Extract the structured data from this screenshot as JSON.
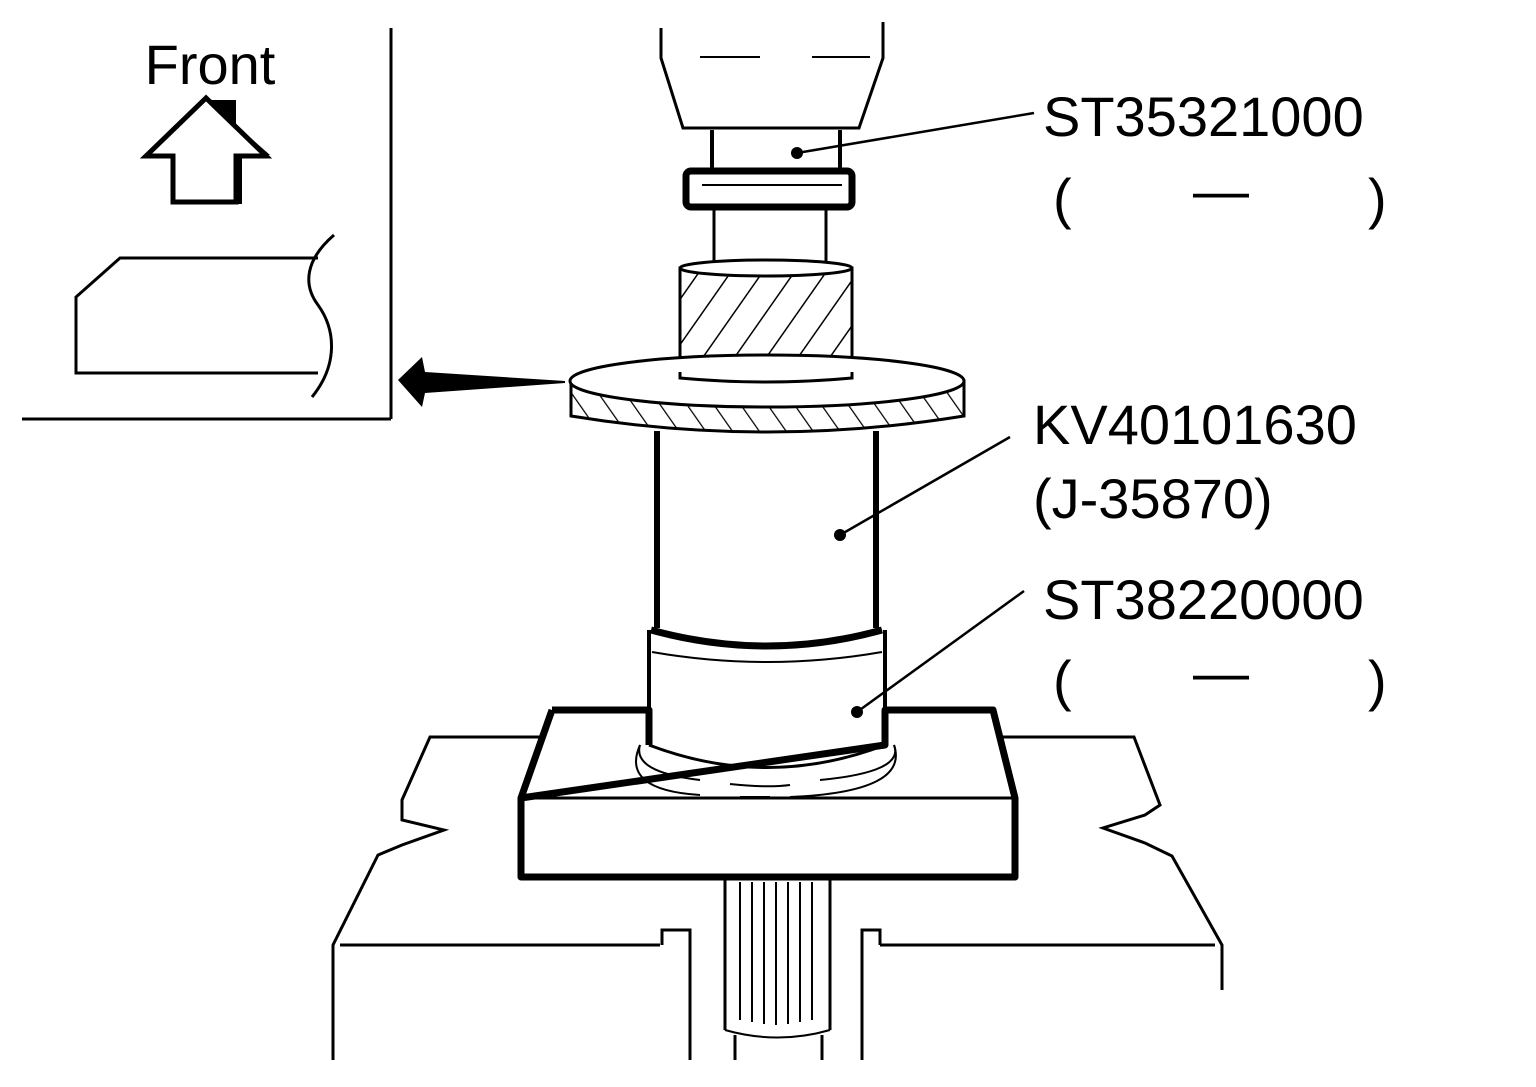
{
  "inset": {
    "direction_label": "Front"
  },
  "callouts": [
    {
      "code": "ST35321000",
      "alt": "—",
      "paren_open": "(",
      "paren_close": ")"
    },
    {
      "code": "KV40101630",
      "alt": "(J-35870)"
    },
    {
      "code": "ST38220000",
      "alt": "—",
      "paren_open": "(",
      "paren_close": ")"
    }
  ],
  "colors": {
    "ink": "#000000",
    "paper": "#ffffff"
  }
}
